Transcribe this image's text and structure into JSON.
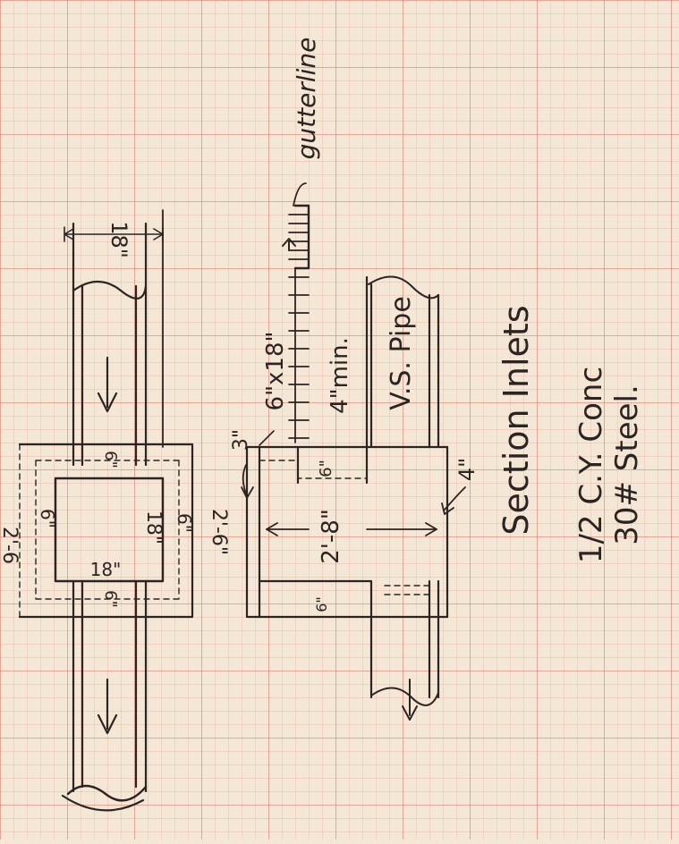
{
  "colors": {
    "paper": "#f4e7d6",
    "grid_minor": "#e7a79a",
    "grid_major": "#d77f72",
    "ink": "#2a2522"
  },
  "labels": {
    "gutterline": "gutterline",
    "section_title": "Section Inlets",
    "pipe_label": "V.S. Pipe",
    "grate_label": "6\"x18\"",
    "min_label": "4\"min.",
    "concrete_note": "1/2 C.Y. Conc",
    "steel_note": "30# Steel."
  },
  "dimensions": {
    "top_width": "18\"",
    "plan_left_wall": "6\"",
    "plan_top_wall": "6\"",
    "plan_bottom_wall": "6\"",
    "plan_right_wall": "6\"",
    "plan_box_width": "18\"",
    "plan_box_height": "18\"",
    "plan_overall": "2'-6\"",
    "left_edge": "2'-6",
    "top_slab": "3\"",
    "interior_depth": "2'-8\"",
    "bottom_slab": "4\"",
    "wall_thickness_top": "6\"",
    "wall_thickness_bottom": "6\""
  }
}
